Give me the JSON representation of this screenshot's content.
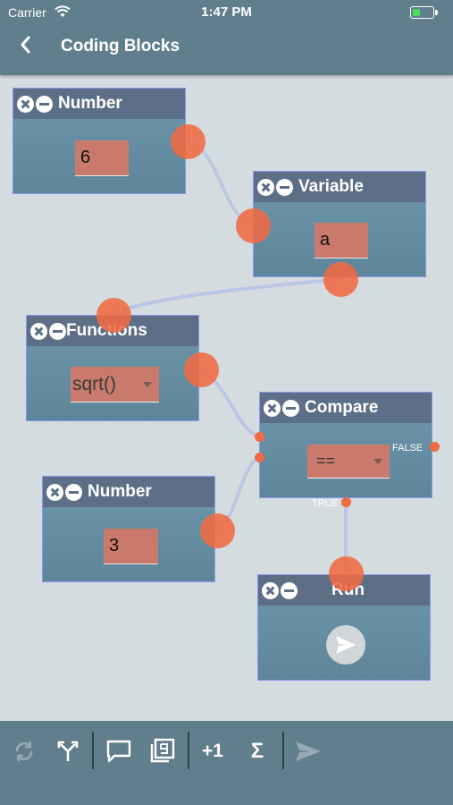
{
  "status": {
    "carrier": "Carrier",
    "time": "1:47 PM"
  },
  "nav": {
    "title": "Coding Blocks",
    "back_icon": "chevron-left-icon"
  },
  "blocks": {
    "number1": {
      "name": "Number",
      "value": "6"
    },
    "variable": {
      "name": "Variable",
      "value": "a"
    },
    "functions": {
      "name": "Functions",
      "selected": "sqrt()"
    },
    "compare": {
      "name": "Compare",
      "selected": "==",
      "false_label": "FALSE",
      "true_label": "TRUE"
    },
    "number2": {
      "name": "Number",
      "value": "3"
    },
    "run": {
      "name": "Run",
      "button_icon": "send-icon"
    }
  },
  "toolbar": {
    "items": [
      {
        "icon": "refresh-icon",
        "enabled": false
      },
      {
        "icon": "fork-icon",
        "enabled": true
      },
      {
        "icon": "comment-icon",
        "enabled": true
      },
      {
        "icon": "number-block-icon",
        "enabled": true
      },
      {
        "label": "+1",
        "icon": "increment-icon",
        "enabled": true
      },
      {
        "label": "Σ",
        "icon": "sum-icon",
        "enabled": true
      },
      {
        "icon": "send-icon",
        "enabled": false
      }
    ]
  },
  "colors": {
    "bar": "#607e8c",
    "canvas": "#d5dcdf",
    "block_header": "#5d6f86",
    "port": "#f06a43",
    "value_box": "#c97a6c"
  }
}
